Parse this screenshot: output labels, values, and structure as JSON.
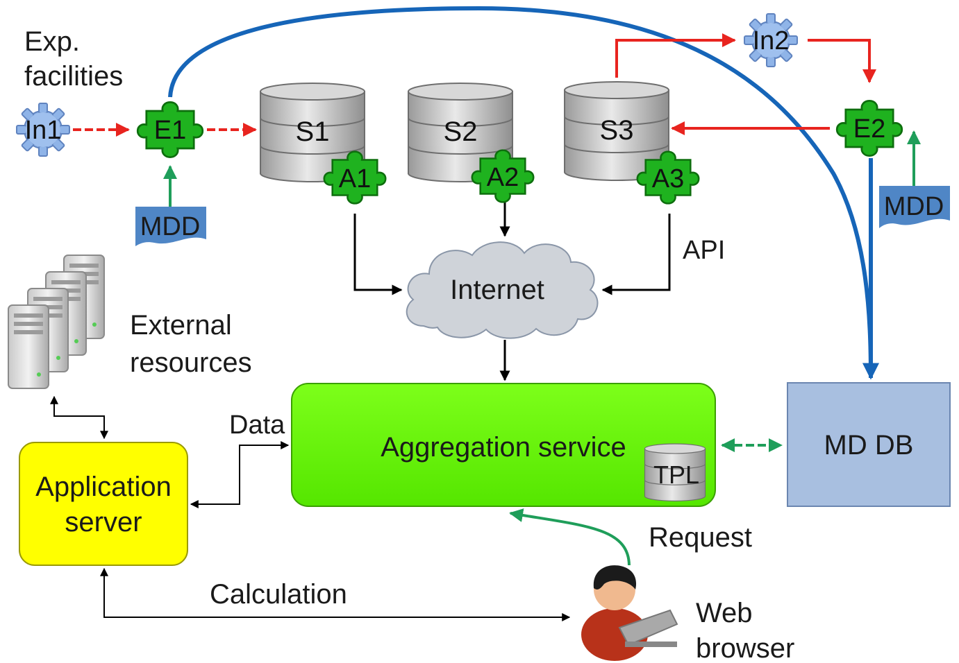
{
  "labels": {
    "exp_facilities_line1": "Exp.",
    "exp_facilities_line2": "facilities",
    "external_resources_line1": "External",
    "external_resources_line2": "resources",
    "api": "API",
    "data": "Data",
    "request": "Request",
    "calculation": "Calculation",
    "web_browser_line1": "Web",
    "web_browser_line2": "browser"
  },
  "nodes": {
    "in1": "In1",
    "in2": "In2",
    "e1": "E1",
    "e2": "E2",
    "s1": "S1",
    "s2": "S2",
    "s3": "S3",
    "a1": "A1",
    "a2": "A2",
    "a3": "A3",
    "mdd_left": "MDD",
    "mdd_right": "MDD",
    "internet": "Internet",
    "aggregation_service": "Aggregation service",
    "tpl": "TPL",
    "md_db": "MD DB",
    "app_server_line1": "Application",
    "app_server_line2": "server"
  },
  "colors": {
    "red_arrow": "#e8241f",
    "blue_arrow": "#1665b8",
    "green_arrow": "#1f9e5a",
    "black_arrow": "#000000",
    "puzzle_green": "#1fb21f",
    "gear_blue": "#8fb4e8",
    "aggregation_fill": "#66ff00",
    "app_server_fill": "#ffff00",
    "md_db_fill": "#a8bfe0",
    "mdd_fill": "#4f86c6",
    "cloud_fill": "#cfd3d9"
  }
}
